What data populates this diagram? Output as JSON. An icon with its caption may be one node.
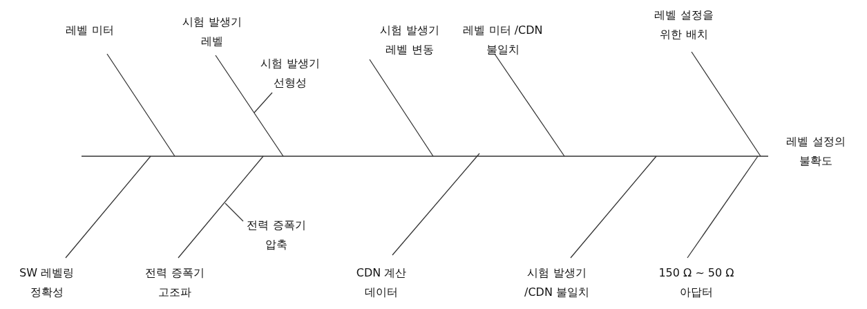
{
  "diagram": {
    "nodes": [
      {
        "text": [
          "레벨 미터"
        ]
      },
      {
        "text": [
          "시험 발생기 레벨"
        ]
      },
      {
        "text": [
          "시험 발생기 선형성"
        ]
      },
      {
        "text": [
          "시험 발생기 레벨 변동"
        ]
      },
      {
        "text": [
          "레벨 미터 /CDN 불일치"
        ]
      },
      {
        "text": [
          "레벨 설정을 위한 배치"
        ]
      },
      {
        "text": [
          "레벨 설정의 불확도"
        ]
      },
      {
        "text": [
          "전력 증폭기 압축"
        ]
      },
      {
        "text": [
          "SW 레벨링 정확성"
        ]
      },
      {
        "text": [
          "전력 증폭기 고조파"
        ]
      },
      {
        "text": [
          "CDN 계산 데이터"
        ]
      },
      {
        "text": [
          "시험 발생기 /CDN 불일치"
        ]
      },
      {
        "text": [
          "150 Ω ~ 50 Ω 아답터"
        ]
      }
    ],
    "edges": [
      {
        "from": null,
        "to": 6,
        "arrow": "none"
      },
      {
        "from": 0,
        "to": null,
        "arrow": "none"
      },
      {
        "from": 1,
        "to": null,
        "arrow": "none"
      },
      {
        "from": 2,
        "to": null,
        "arrow": "none"
      },
      {
        "from": 3,
        "to": null,
        "arrow": "none"
      },
      {
        "from": 4,
        "to": null,
        "arrow": "none"
      },
      {
        "from": 5,
        "to": null,
        "arrow": "none"
      },
      {
        "from": 7,
        "to": null,
        "arrow": "none"
      },
      {
        "from": 8,
        "to": null,
        "arrow": "none"
      },
      {
        "from": 9,
        "to": null,
        "arrow": "none"
      },
      {
        "from": 10,
        "to": null,
        "arrow": "none"
      },
      {
        "from": 11,
        "to": null,
        "arrow": "none"
      },
      {
        "from": 12,
        "to": null,
        "arrow": "none"
      }
    ]
  }
}
